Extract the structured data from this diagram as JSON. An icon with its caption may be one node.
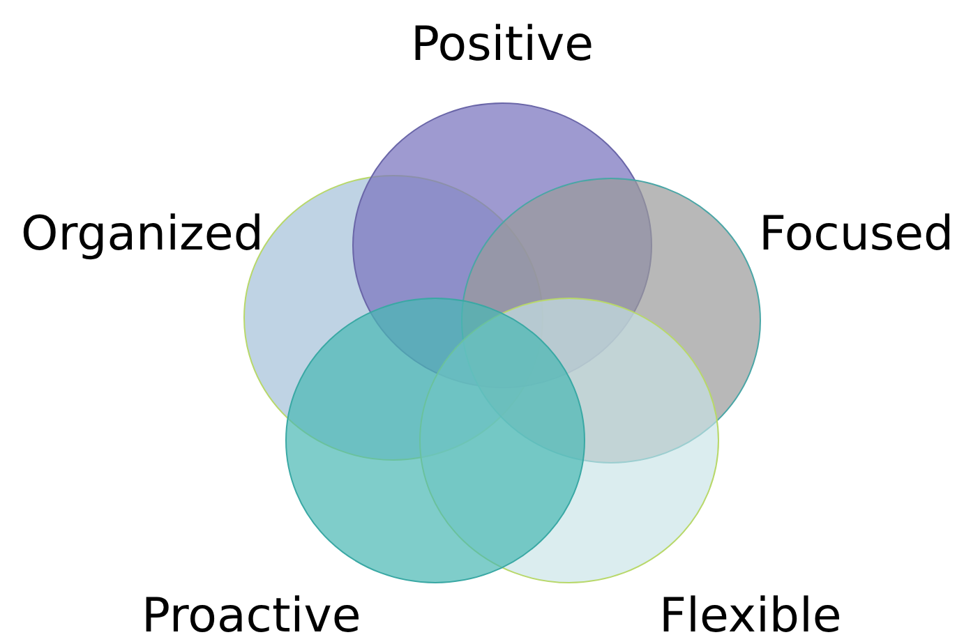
{
  "diagram": {
    "nodes": [
      {
        "text": [
          "Positive"
        ]
      },
      {
        "text": [
          "Focused"
        ]
      },
      {
        "text": [
          "Flexible"
        ]
      },
      {
        "text": [
          "Proactive"
        ]
      },
      {
        "text": [
          "Organized"
        ]
      }
    ]
  }
}
